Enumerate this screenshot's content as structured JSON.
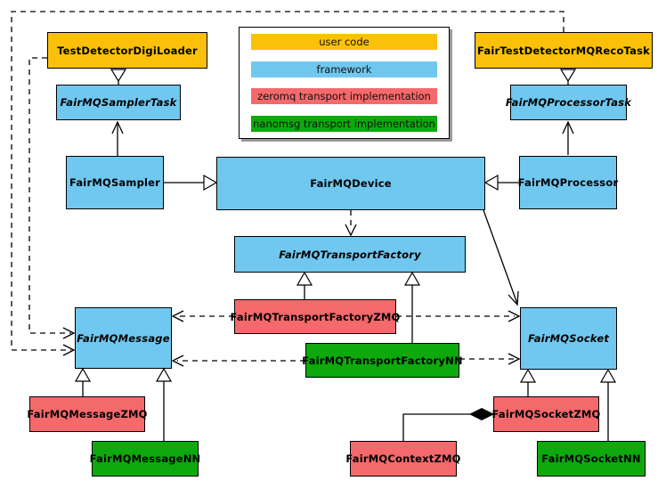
{
  "colors": {
    "user_code": "#FBC10A",
    "framework": "#70C8F0",
    "zeromq": "#F4696B",
    "nanomsg": "#0DA90D"
  },
  "legend": {
    "items": [
      {
        "label": "user code",
        "category": "user_code"
      },
      {
        "label": "framework",
        "category": "framework"
      },
      {
        "label": "zeromq transport implementation",
        "category": "zeromq"
      },
      {
        "label": "nanomsg transport implementation",
        "category": "nanomsg"
      }
    ]
  },
  "nodes": {
    "digiLoader": {
      "label": "TestDetectorDigiLoader",
      "category": "user_code",
      "abstract": false
    },
    "samplerTask": {
      "label": "FairMQSamplerTask",
      "category": "framework",
      "abstract": true
    },
    "sampler": {
      "label": "FairMQSampler",
      "category": "framework",
      "abstract": false
    },
    "recoTask": {
      "label": "FairTestDetectorMQRecoTask",
      "category": "user_code",
      "abstract": false
    },
    "processorTask": {
      "label": "FairMQProcessorTask",
      "category": "framework",
      "abstract": true
    },
    "processor": {
      "label": "FairMQProcessor",
      "category": "framework",
      "abstract": false
    },
    "device": {
      "label": "FairMQDevice",
      "category": "framework",
      "abstract": false
    },
    "transportFactory": {
      "label": "FairMQTransportFactory",
      "category": "framework",
      "abstract": true
    },
    "transportFactoryZMQ": {
      "label": "FairMQTransportFactoryZMQ",
      "category": "zeromq",
      "abstract": false
    },
    "transportFactoryNN": {
      "label": "FairMQTransportFactoryNN",
      "category": "nanomsg",
      "abstract": false
    },
    "message": {
      "label": "FairMQMessage",
      "category": "framework",
      "abstract": true
    },
    "messageZMQ": {
      "label": "FairMQMessageZMQ",
      "category": "zeromq",
      "abstract": false
    },
    "messageNN": {
      "label": "FairMQMessageNN",
      "category": "nanomsg",
      "abstract": false
    },
    "socket": {
      "label": "FairMQSocket",
      "category": "framework",
      "abstract": true
    },
    "socketZMQ": {
      "label": "FairMQSocketZMQ",
      "category": "zeromq",
      "abstract": false
    },
    "socketNN": {
      "label": "FairMQSocketNN",
      "category": "nanomsg",
      "abstract": false
    },
    "contextZMQ": {
      "label": "FairMQContextZMQ",
      "category": "zeromq",
      "abstract": false
    }
  }
}
